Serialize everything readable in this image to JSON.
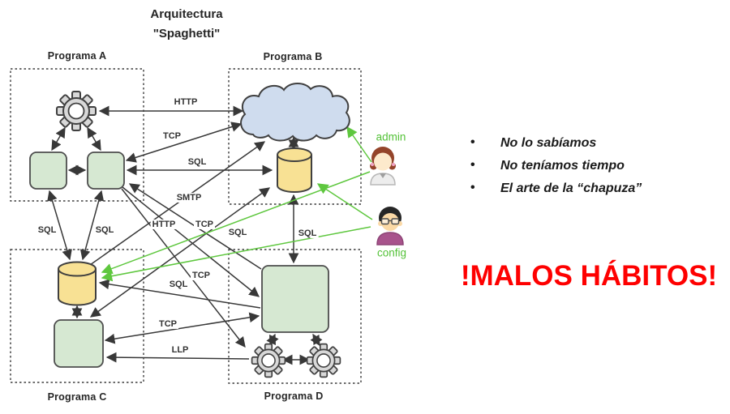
{
  "slide": {
    "title_line1": "Arquitectura",
    "title_line2": "\"Spaghetti\"",
    "bullets": [
      "No lo sabíamos",
      "No teníamos tiempo",
      "El arte de la “chapuza”"
    ],
    "warning_text": "!MALOS HÁBITOS!"
  },
  "diagram": {
    "program_labels": [
      "Programa A",
      "Programa B",
      "Programa C",
      "Programa D"
    ],
    "actor_labels": [
      "admin",
      "config"
    ],
    "edge_labels": [
      "HTTP",
      "TCP",
      "SQL",
      "SQL",
      "SQL",
      "SMTP",
      "HTTP",
      "TCP",
      "SQL",
      "SQL",
      "TCP",
      "SQL",
      "TCP",
      "LLP"
    ],
    "icons": {
      "gear": "gear-icon",
      "cloud": "cloud-icon",
      "database": "database-cylinder-icon",
      "module": "module-box",
      "admin": "admin-user-icon",
      "config": "config-user-icon"
    },
    "colors": {
      "cloud_fill": "#cfdcee",
      "database_fill": "#f8e194",
      "module_fill": "#d6e8d2",
      "gear_fill": "#d8d8d8",
      "arrow_black": "#383838",
      "arrow_green": "#5ec73e",
      "label_green": "#54c238",
      "warning_red": "#fe0000"
    }
  }
}
